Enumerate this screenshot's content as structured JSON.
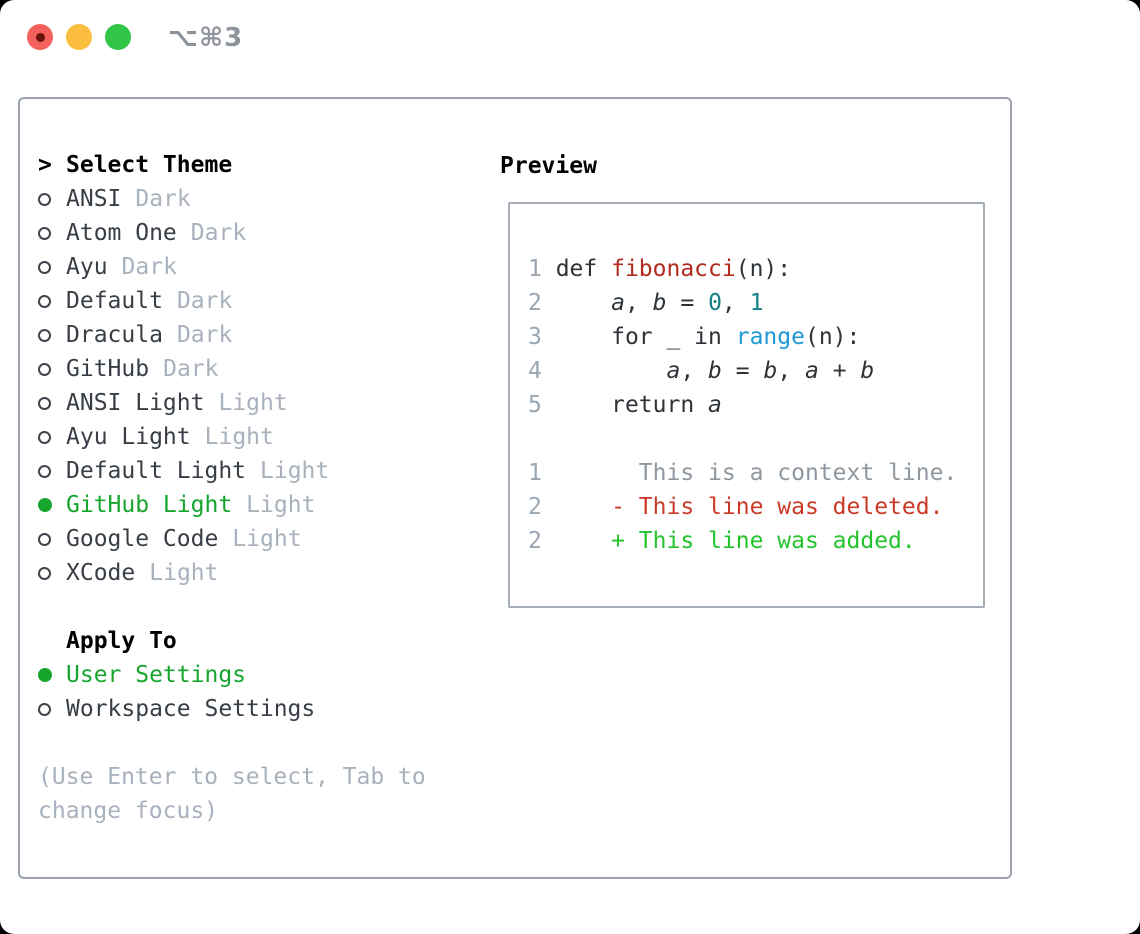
{
  "window": {
    "title": "⌥⌘3",
    "traffic_lights": [
      "close",
      "minimize",
      "zoom"
    ]
  },
  "theme_panel": {
    "header": {
      "prompt": ">",
      "label": "Select Theme"
    },
    "items": [
      {
        "name": "ANSI",
        "tag": "Dark",
        "selected": false
      },
      {
        "name": "Atom One",
        "tag": "Dark",
        "selected": false
      },
      {
        "name": "Ayu",
        "tag": "Dark",
        "selected": false
      },
      {
        "name": "Default",
        "tag": "Dark",
        "selected": false
      },
      {
        "name": "Dracula",
        "tag": "Dark",
        "selected": false
      },
      {
        "name": "GitHub",
        "tag": "Dark",
        "selected": false
      },
      {
        "name": "ANSI Light",
        "tag": "Light",
        "selected": false
      },
      {
        "name": "Ayu Light",
        "tag": "Light",
        "selected": false
      },
      {
        "name": "Default Light",
        "tag": "Light",
        "selected": false
      },
      {
        "name": "GitHub Light",
        "tag": "Light",
        "selected": true
      },
      {
        "name": "Google Code",
        "tag": "Light",
        "selected": false
      },
      {
        "name": "XCode",
        "tag": "Light",
        "selected": false
      }
    ],
    "apply_to": {
      "label": "Apply To",
      "options": [
        {
          "name": "User Settings",
          "selected": true
        },
        {
          "name": "Workspace Settings",
          "selected": false
        }
      ]
    },
    "help": [
      "(Use Enter to select, Tab to",
      "change focus)"
    ]
  },
  "preview": {
    "label": "Preview",
    "code_lines": [
      {
        "num": "1",
        "segments": [
          {
            "t": "def ",
            "c": "kw"
          },
          {
            "t": "fibonacci",
            "c": "fn"
          },
          {
            "t": "(n):",
            "c": "pl"
          }
        ]
      },
      {
        "num": "2",
        "segments": [
          {
            "t": "    ",
            "c": "pl"
          },
          {
            "t": "a",
            "c": "var"
          },
          {
            "t": ", ",
            "c": "pl"
          },
          {
            "t": "b",
            "c": "var"
          },
          {
            "t": " = ",
            "c": "pl"
          },
          {
            "t": "0",
            "c": "num"
          },
          {
            "t": ", ",
            "c": "pl"
          },
          {
            "t": "1",
            "c": "num"
          }
        ]
      },
      {
        "num": "3",
        "segments": [
          {
            "t": "    for _ in ",
            "c": "kw"
          },
          {
            "t": "range",
            "c": "call"
          },
          {
            "t": "(n):",
            "c": "pl"
          }
        ]
      },
      {
        "num": "4",
        "segments": [
          {
            "t": "        ",
            "c": "pl"
          },
          {
            "t": "a",
            "c": "var"
          },
          {
            "t": ", ",
            "c": "pl"
          },
          {
            "t": "b",
            "c": "var"
          },
          {
            "t": " = ",
            "c": "pl"
          },
          {
            "t": "b",
            "c": "var"
          },
          {
            "t": ", ",
            "c": "pl"
          },
          {
            "t": "a",
            "c": "var"
          },
          {
            "t": " + ",
            "c": "pl"
          },
          {
            "t": "b",
            "c": "var"
          }
        ]
      },
      {
        "num": "5",
        "segments": [
          {
            "t": "    return ",
            "c": "kw"
          },
          {
            "t": "a",
            "c": "var"
          }
        ]
      },
      {
        "num": "",
        "segments": []
      },
      {
        "num": "1",
        "segments": [
          {
            "t": "      This is a context line.",
            "c": "ctx"
          }
        ]
      },
      {
        "num": "2",
        "segments": [
          {
            "t": "    - This line was deleted.",
            "c": "del"
          }
        ]
      },
      {
        "num": "2",
        "segments": [
          {
            "t": "    + This line was added.",
            "c": "add"
          }
        ]
      }
    ]
  },
  "colors": {
    "selected_green": "#17a62d",
    "added_green": "#25c32d",
    "deleted_red": "#cb3a27",
    "function_red": "#b12a1c",
    "builtin_blue": "#2099d5",
    "number_teal": "#107e84",
    "muted_gray": "#a8b1bc",
    "border_gray": "#99a2ad",
    "traffic_red": "#f4605a",
    "traffic_yellow": "#fbbe3f",
    "traffic_green": "#32c648"
  }
}
